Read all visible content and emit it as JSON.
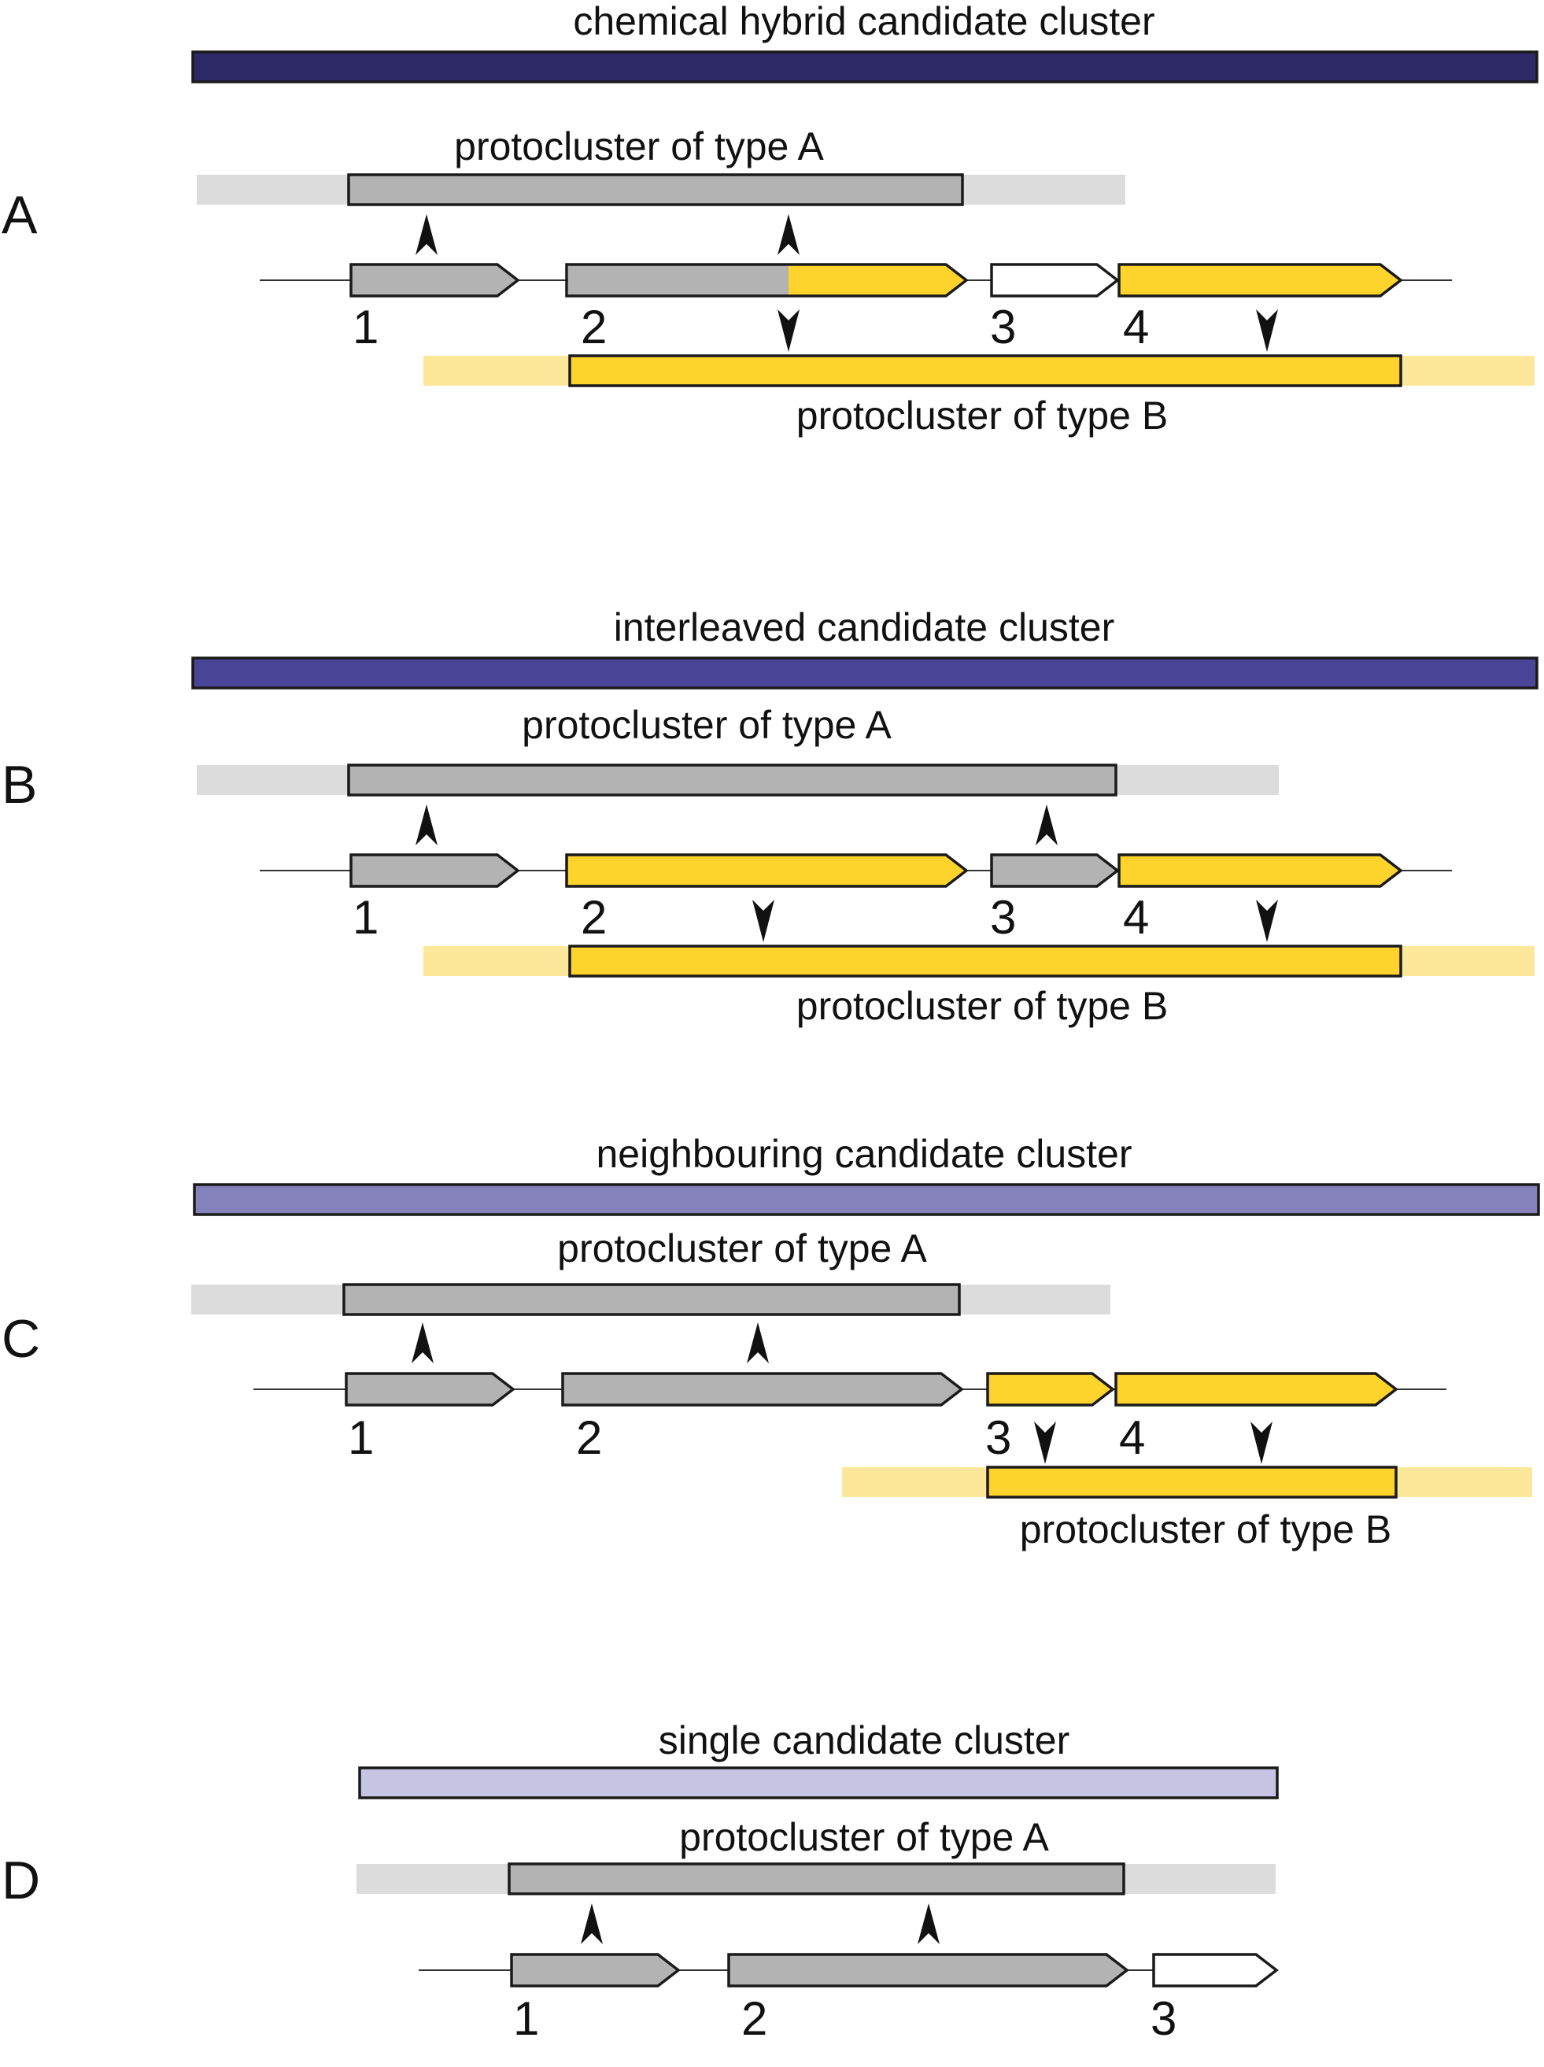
{
  "colors": {
    "chemical_hybrid": "#2c2966",
    "interleaved": "#4b4597",
    "neighbouring": "#8582bb",
    "single": "#c7c4e3",
    "type_a_core": "#b3b3b3",
    "type_a_extension": "#dcdcdc",
    "type_b_core": "#fdd32c",
    "type_b_extension": "#fde79a",
    "gene_other": "#ffffff",
    "outline": "#1a1a1a"
  },
  "panels": [
    {
      "letter": "A",
      "candidate_label": "chemical hybrid candidate cluster",
      "candidate_color_key": "chemical_hybrid",
      "protocluster_a_label": "protocluster of type A",
      "protocluster_b_label": "protocluster of type B",
      "genes": [
        {
          "number": "1",
          "type": "A"
        },
        {
          "number": "2",
          "type": "A+B"
        },
        {
          "number": "3",
          "type": "other"
        },
        {
          "number": "4",
          "type": "B"
        }
      ]
    },
    {
      "letter": "B",
      "candidate_label": "interleaved candidate cluster",
      "candidate_color_key": "interleaved",
      "protocluster_a_label": "protocluster of type A",
      "protocluster_b_label": "protocluster of type B",
      "genes": [
        {
          "number": "1",
          "type": "A"
        },
        {
          "number": "2",
          "type": "B"
        },
        {
          "number": "3",
          "type": "A"
        },
        {
          "number": "4",
          "type": "B"
        }
      ]
    },
    {
      "letter": "C",
      "candidate_label": "neighbouring candidate cluster",
      "candidate_color_key": "neighbouring",
      "protocluster_a_label": "protocluster of type A",
      "protocluster_b_label": "protocluster of type B",
      "genes": [
        {
          "number": "1",
          "type": "A"
        },
        {
          "number": "2",
          "type": "A"
        },
        {
          "number": "3",
          "type": "B"
        },
        {
          "number": "4",
          "type": "B"
        }
      ]
    },
    {
      "letter": "D",
      "candidate_label": "single candidate cluster",
      "candidate_color_key": "single",
      "protocluster_a_label": "protocluster of type A",
      "genes": [
        {
          "number": "1",
          "type": "A"
        },
        {
          "number": "2",
          "type": "A"
        },
        {
          "number": "3",
          "type": "other"
        }
      ]
    }
  ]
}
